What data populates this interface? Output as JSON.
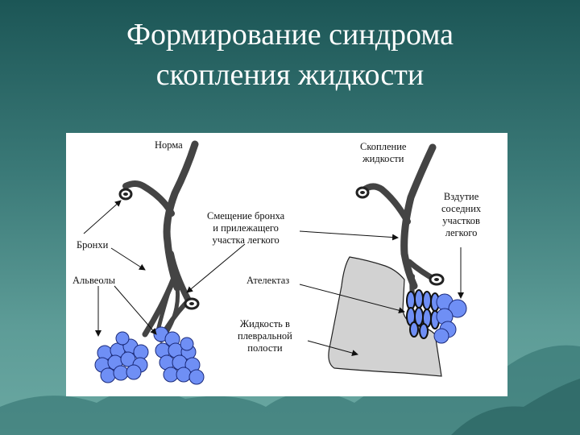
{
  "slide": {
    "title_line1": "Формирование синдрома",
    "title_line2": "скопления жидкости"
  },
  "diagram": {
    "labels": {
      "norma": "Норма",
      "skoplenie_1": "Скопление",
      "skoplenie_2": "жидкости",
      "vzdutie_1": "Вздутие",
      "vzdutie_2": "соседних",
      "vzdutie_3": "участков",
      "vzdutie_4": "легкого",
      "smeshchenie_1": "Смещение бронха",
      "smeshchenie_2": "и прилежащего",
      "smeshchenie_3": "участка легкого",
      "bronkhi": "Бронхи",
      "alveoly": "Альвеолы",
      "atelektaz": "Ателектаз",
      "zhidkost_1": "Жидкость в",
      "zhidkost_2": "плевральной",
      "zhidkost_3": "полости"
    },
    "colors": {
      "alveoli_fill": "#6f8ff5",
      "fluid_fill": "#d2d2d2",
      "bronchus": "#444444"
    }
  }
}
